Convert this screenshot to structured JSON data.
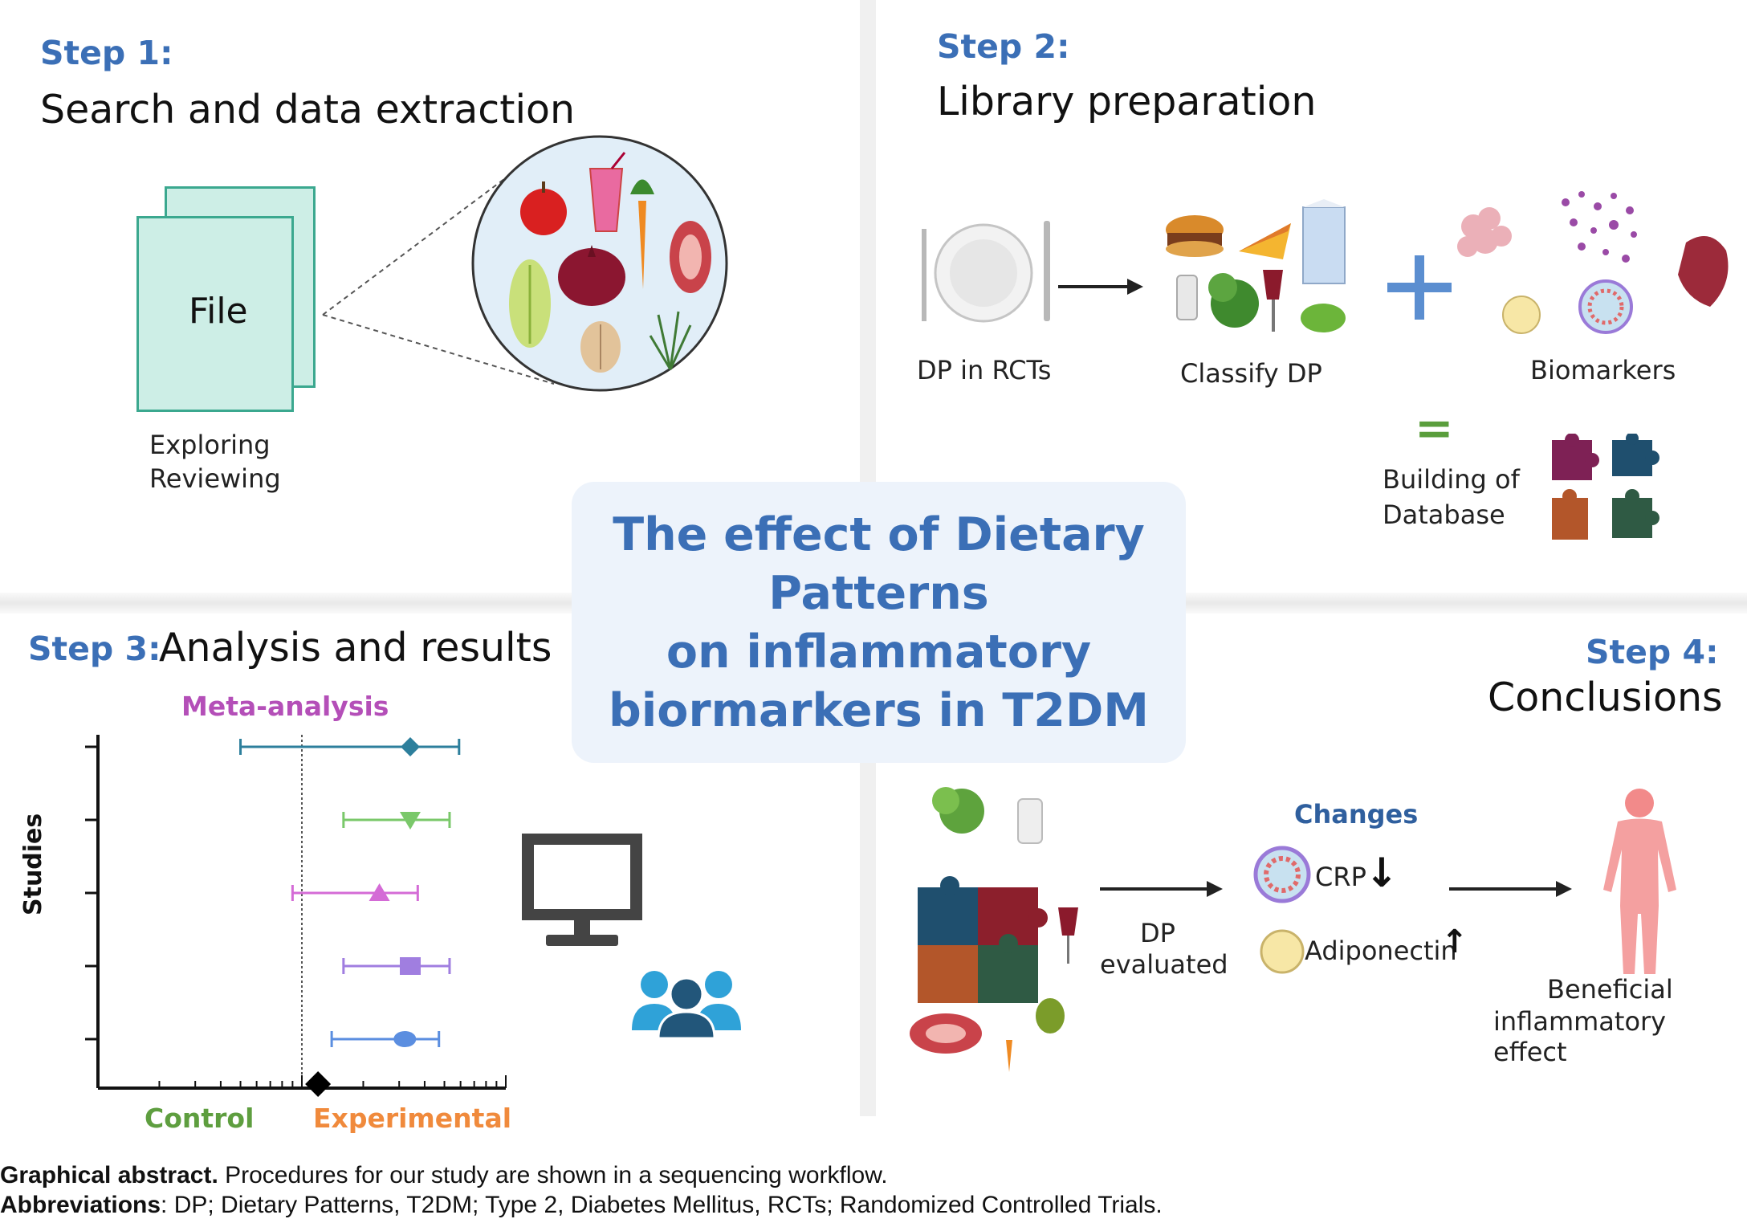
{
  "step1": {
    "step": "Step 1:",
    "title": "Search and data extraction",
    "file_label": "File",
    "sub1": "Exploring",
    "sub2": "Reviewing"
  },
  "step2": {
    "step": "Step 2:",
    "title": "Library preparation",
    "dp_label": "DP in RCTs",
    "classify_label": "Classify DP",
    "biomarkers_label": "Biomarkers",
    "equals": "=",
    "building1": "Building of",
    "building2": "Database"
  },
  "center": {
    "line1": "The effect of Dietary",
    "line2": "Patterns",
    "line3": "on inflammatory",
    "line4": "biormarkers in T2DM"
  },
  "step3": {
    "step": "Step 3:",
    "title": "Analysis and results",
    "meta": "Meta-analysis",
    "ylabel": "Studies",
    "control": "Control",
    "experimental": "Experimental"
  },
  "step4": {
    "step": "Step 4:",
    "title": "Conclusions",
    "dp_eval1": "DP",
    "dp_eval2": "evaluated",
    "changes": "Changes",
    "crp": "CRP",
    "crp_arrow": "↓",
    "adipo": "Adiponectin",
    "adipo_arrow": "↑",
    "beneficial1": "Beneficial",
    "beneficial2": "inflammatory effect"
  },
  "caption": {
    "lead1": "Graphical abstract.",
    "text1": " Procedures for our study are shown in a sequencing workflow.",
    "lead2": "Abbreviations",
    "text2": ": DP; Dietary Patterns, T2DM; Type 2, Diabetes Mellitus, RCTs; Randomized Controlled Trials."
  },
  "colors": {
    "accent": "#3b6fb6",
    "meta": "#b44fb8",
    "control": "#5e9e3f",
    "experimental": "#f08a3c"
  },
  "chart_data": {
    "type": "forest",
    "title": "Meta-analysis",
    "ylabel": "Studies",
    "xlabel": "",
    "categories_x": [
      "Control",
      "Experimental"
    ],
    "log_scale": true,
    "series": [
      {
        "lo": 0.5,
        "est": 3.4,
        "hi": 5.9,
        "marker": "diamond",
        "color": "#2d7f9c"
      },
      {
        "lo": 1.6,
        "est": 3.4,
        "hi": 5.3,
        "marker": "triangle-down",
        "color": "#7ac86a"
      },
      {
        "lo": 0.9,
        "est": 2.4,
        "hi": 3.7,
        "marker": "triangle-up",
        "color": "#d46bd6"
      },
      {
        "lo": 1.6,
        "est": 3.4,
        "hi": 5.3,
        "marker": "square",
        "color": "#a07ee0"
      },
      {
        "lo": 1.4,
        "est": 3.2,
        "hi": 4.7,
        "marker": "circle",
        "color": "#5b8ee0"
      }
    ],
    "pooled": {
      "est": 1.2,
      "marker": "diamond",
      "color": "#000000"
    }
  }
}
